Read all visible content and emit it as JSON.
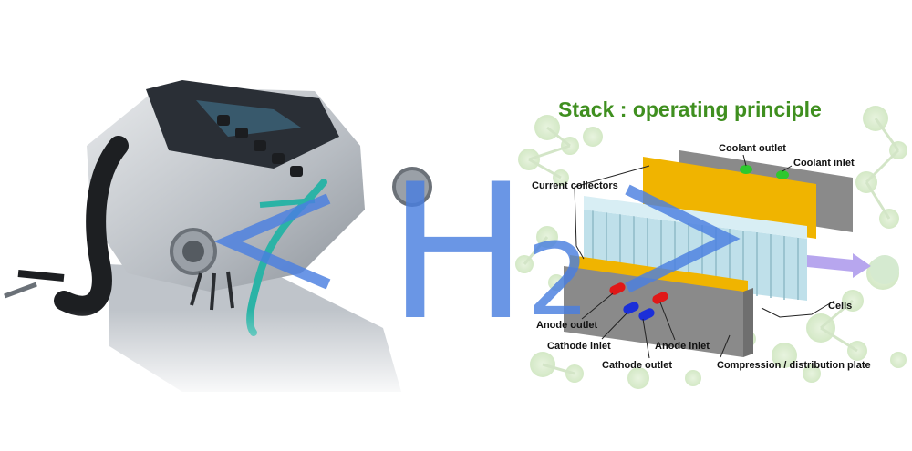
{
  "overlay": {
    "formula_main": "H",
    "formula_sub": "2",
    "color": "#4a7fe0"
  },
  "stack": {
    "title": "Stack : operating principle",
    "title_color": "#3f8f1f",
    "labels": {
      "coolant_outlet": "Coolant outlet",
      "coolant_inlet": "Coolant inlet",
      "current_collectors": "Current collectors",
      "cells": "Cells",
      "anode_outlet": "Anode outlet",
      "cathode_inlet": "Cathode inlet",
      "anode_inlet": "Anode inlet",
      "cathode_outlet": "Cathode outlet",
      "compression_plate": "Compression / distribution plate"
    },
    "colors": {
      "collector": "#f0b400",
      "plate": "#8a8a8a",
      "fins": "#bfe0ea",
      "anode": "#e01818",
      "cathode": "#1b2fd8",
      "coolant": "#2ec82e",
      "arrow": "#b7a6ee"
    }
  },
  "engine": {
    "image": "engine-illustration",
    "colors": {
      "body": "#c9cdd2",
      "hose": "#1d1f22",
      "cover": "#2a2f36",
      "pipe": "#2bb3a6"
    }
  }
}
